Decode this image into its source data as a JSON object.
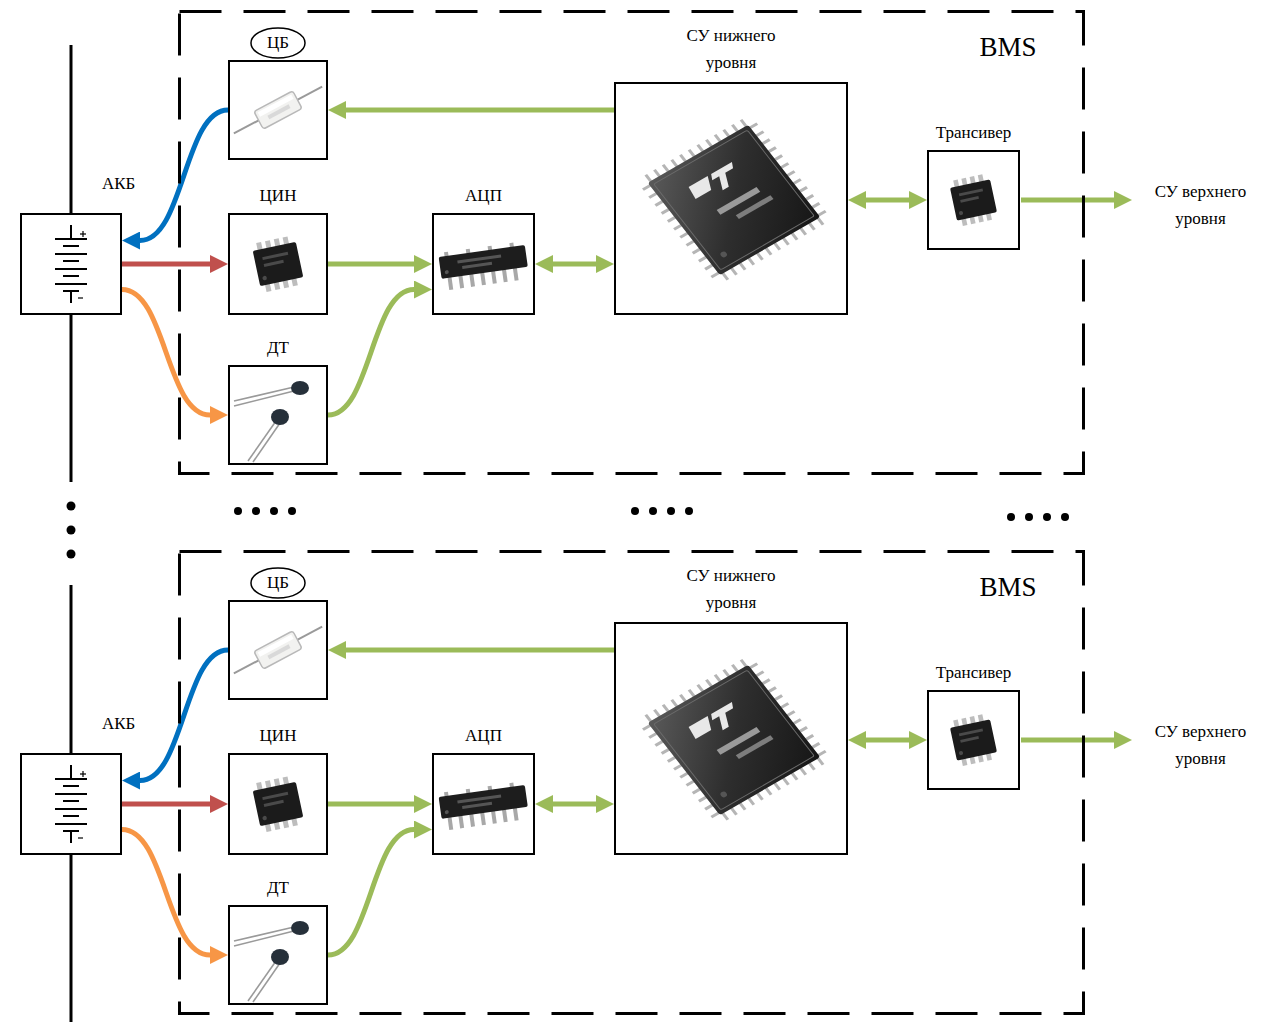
{
  "diagram": {
    "nodes": [
      {
        "text": [
          "АКБ"
        ]
      },
      {
        "text": [
          "BMS"
        ]
      },
      {
        "text": [
          "ЦБ"
        ],
        "in": 1
      },
      {
        "text": [
          "ЦИН"
        ],
        "in": 1
      },
      {
        "text": [
          "ДТ"
        ],
        "in": 1
      },
      {
        "text": [
          "АЦП"
        ],
        "in": 1
      },
      {
        "text": [
          "СУ нижнего уровня"
        ],
        "in": 1
      },
      {
        "text": [
          "Трансивер"
        ],
        "in": 1
      },
      {
        "text": [
          "АКБ"
        ]
      },
      {
        "text": [
          "BMS"
        ]
      },
      {
        "text": [
          "ЦБ"
        ],
        "in": 9
      },
      {
        "text": [
          "ЦИН"
        ],
        "in": 9
      },
      {
        "text": [
          "ДТ"
        ],
        "in": 9
      },
      {
        "text": [
          "АЦП"
        ],
        "in": 9
      },
      {
        "text": [
          "СУ нижнего уровня"
        ],
        "in": 9
      },
      {
        "text": [
          "Трансивер"
        ],
        "in": 9
      }
    ],
    "edges": [
      {
        "from": 6,
        "to": 2,
        "arrow": "to"
      },
      {
        "from": 2,
        "to": 0,
        "arrow": "to"
      },
      {
        "from": 0,
        "to": 3,
        "arrow": "to"
      },
      {
        "from": 0,
        "to": 4,
        "arrow": "to"
      },
      {
        "from": 3,
        "to": 5,
        "arrow": "to"
      },
      {
        "from": 4,
        "to": 5,
        "arrow": "to"
      },
      {
        "from": 5,
        "to": 6,
        "arrow": "both"
      },
      {
        "from": 6,
        "to": 7,
        "arrow": "both"
      },
      {
        "from": 14,
        "to": 10,
        "arrow": "to"
      },
      {
        "from": 10,
        "to": 8,
        "arrow": "to"
      },
      {
        "from": 8,
        "to": 11,
        "arrow": "to"
      },
      {
        "from": 8,
        "to": 12,
        "arrow": "to"
      },
      {
        "from": 11,
        "to": 13,
        "arrow": "to"
      },
      {
        "from": 12,
        "to": 13,
        "arrow": "to"
      },
      {
        "from": 13,
        "to": 14,
        "arrow": "both"
      },
      {
        "from": 14,
        "to": 15,
        "arrow": "both"
      }
    ],
    "labels": [
      "СУ верхнего уровня",
      "СУ верхнего уровня"
    ]
  }
}
